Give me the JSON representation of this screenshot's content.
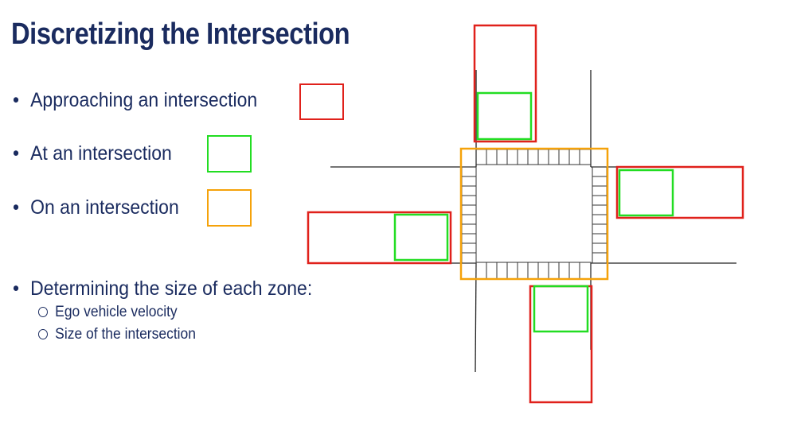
{
  "slide": {
    "title": "Discretizing the Intersection",
    "bullets": [
      {
        "text": "Approaching an intersection",
        "legend": "approach-zone",
        "color": "#e0211b"
      },
      {
        "text": "At an intersection",
        "legend": "at-zone",
        "color": "#22dd22"
      },
      {
        "text": "On an intersection",
        "legend": "on-zone",
        "color": "#f5a20a"
      },
      {
        "text": "Determining the size of each zone:"
      }
    ],
    "subbullets": [
      {
        "text": "Ego vehicle velocity"
      },
      {
        "text": "Size of the intersection"
      }
    ]
  },
  "colors": {
    "text": "#1a2b5f",
    "approach": "#e0211b",
    "at": "#22dd22",
    "on": "#f5a20a",
    "road": "#222222"
  }
}
